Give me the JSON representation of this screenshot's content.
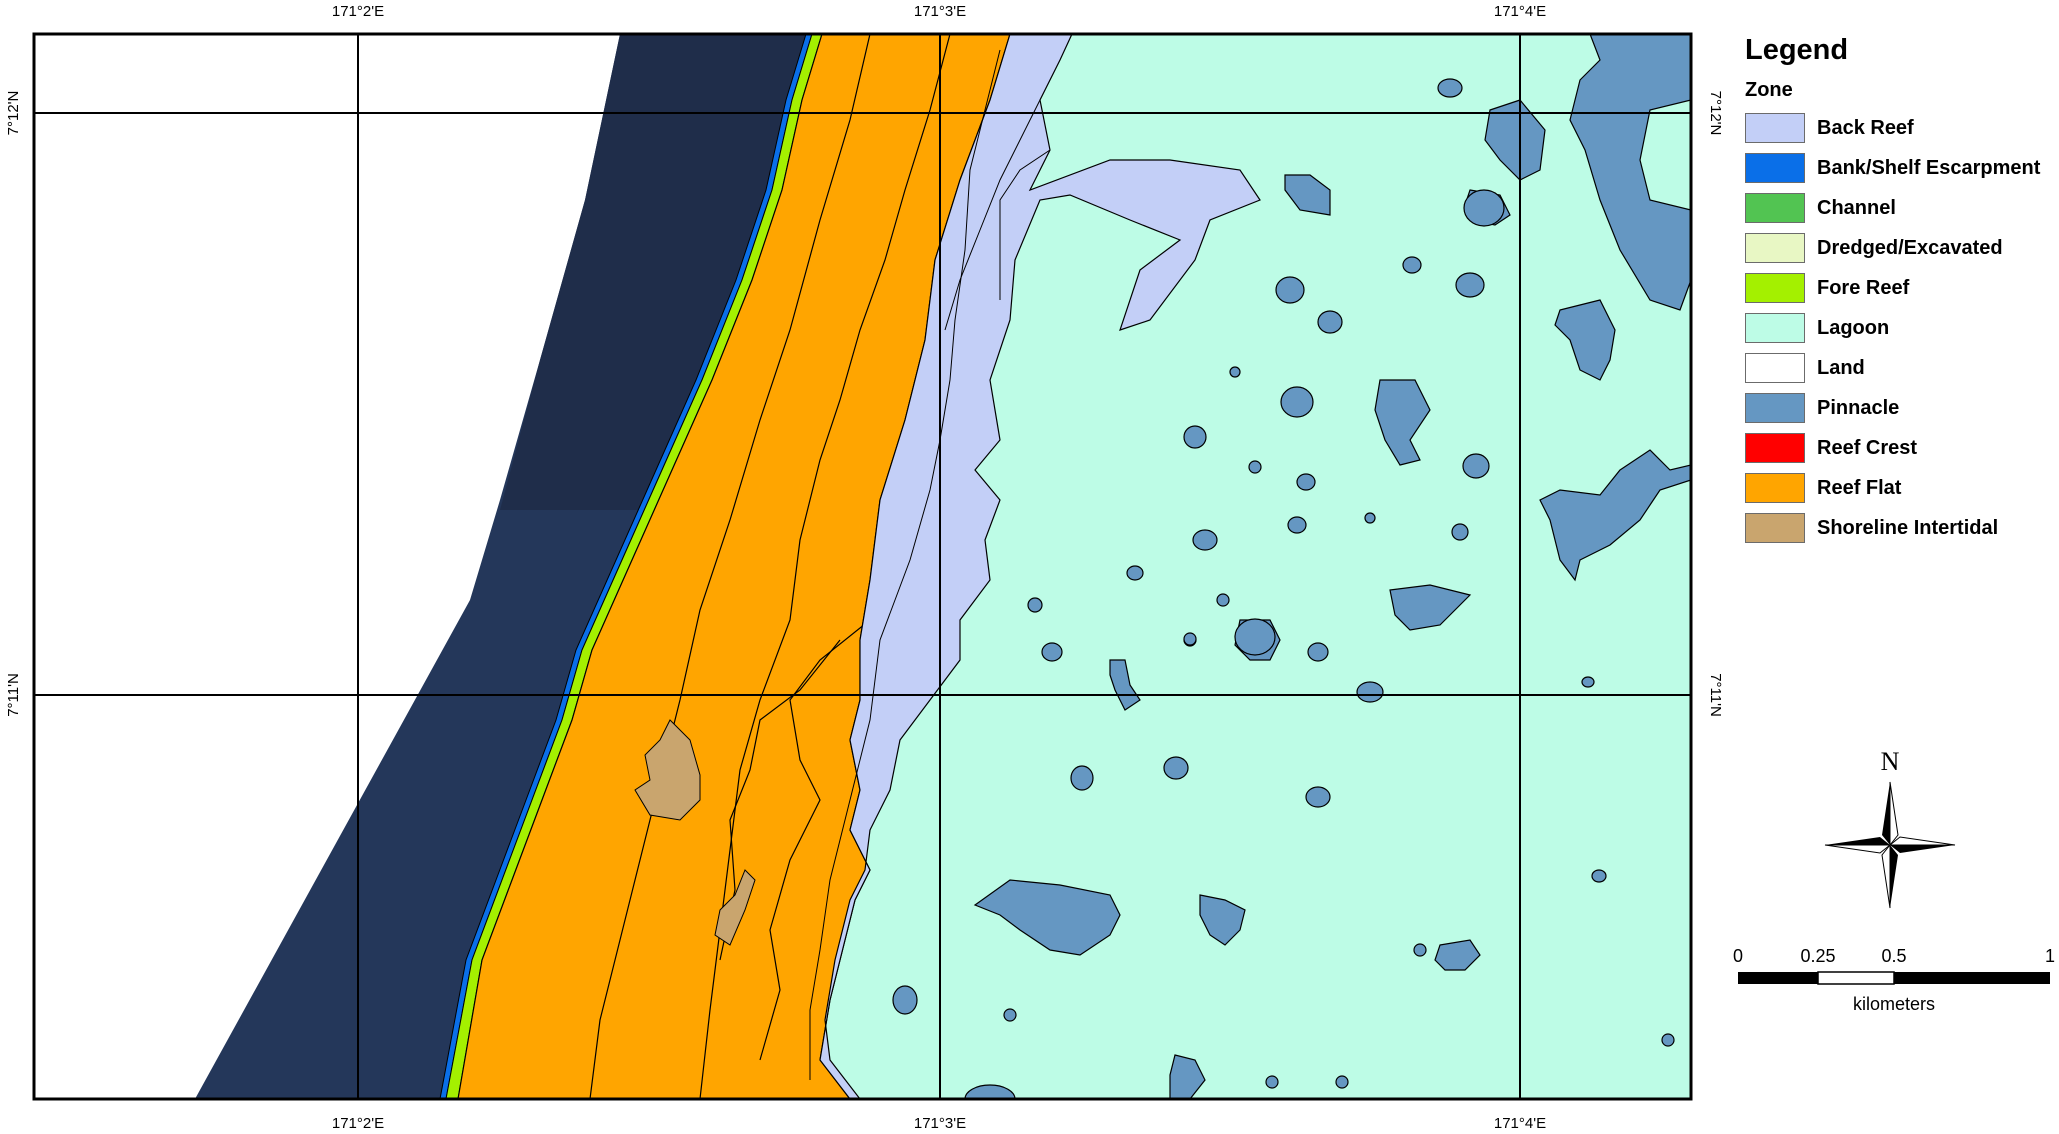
{
  "colors": {
    "ocean_deep": "#1f2d4a",
    "ocean": "#24375a",
    "land": "#ffffff",
    "lagoon": "#bdfce6",
    "back_reef": "#c3cff7",
    "reef_flat": "#ffa500",
    "fore_reef": "#a4f000",
    "escarpment": "#0a6fe8",
    "pinnacle": "#6597c2",
    "shoreline": "#c9a56e"
  },
  "graticule": {
    "top_labels": [
      "171°2'E",
      "171°3'E",
      "171°4'E"
    ],
    "bottom_labels": [
      "171°2'E",
      "171°3'E",
      "171°4'E"
    ],
    "left_labels": [
      "7°12'N",
      "7°11'N"
    ],
    "right_labels": [
      "7°12'N",
      "7°11'N"
    ]
  },
  "legend": {
    "title": "Legend",
    "subtitle": "Zone",
    "items": [
      {
        "label": "Back Reef",
        "color": "#c3cff7"
      },
      {
        "label": "Bank/Shelf Escarpment",
        "color": "#0a6fe8"
      },
      {
        "label": "Channel",
        "color": "#52c452"
      },
      {
        "label": "Dredged/Excavated",
        "color": "#e8f7c4"
      },
      {
        "label": "Fore Reef",
        "color": "#a4f000"
      },
      {
        "label": "Lagoon",
        "color": "#bdfce6"
      },
      {
        "label": "Land",
        "color": "#ffffff"
      },
      {
        "label": "Pinnacle",
        "color": "#6597c2"
      },
      {
        "label": "Reef Crest",
        "color": "#ff0000"
      },
      {
        "label": "Reef Flat",
        "color": "#ffa500"
      },
      {
        "label": "Shoreline Intertidal",
        "color": "#c9a56e"
      }
    ]
  },
  "north_arrow": {
    "letter": "N",
    "icon": "compass-rose-icon"
  },
  "scale_bar": {
    "ticks": [
      "0",
      "0.25",
      "0.5",
      "1"
    ],
    "unit": "kilometers"
  }
}
